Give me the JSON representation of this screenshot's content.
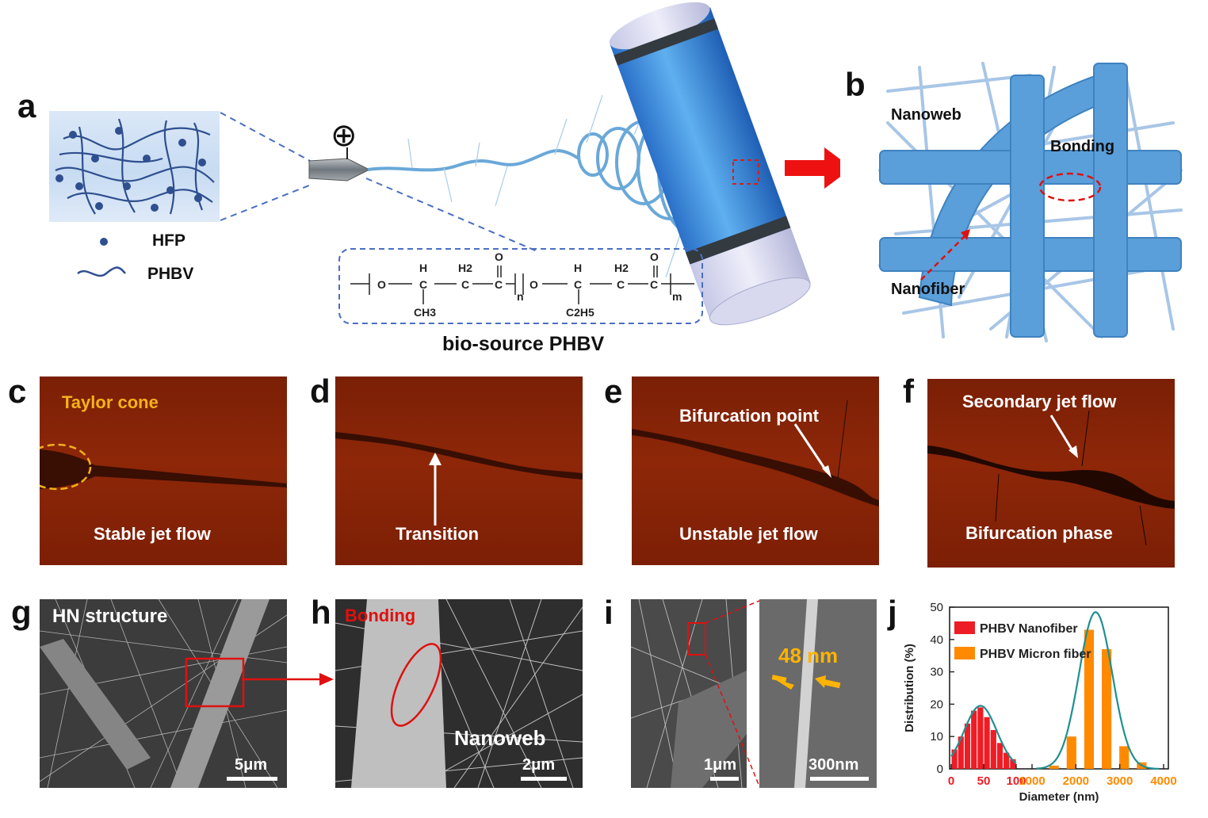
{
  "panel_labels": {
    "a": "a",
    "b": "b",
    "c": "c",
    "d": "d",
    "e": "e",
    "f": "f",
    "g": "g",
    "h": "h",
    "i": "i",
    "j": "j"
  },
  "panel_a": {
    "legend_hfp": "HFP",
    "legend_phbv": "PHBV",
    "plus_symbol": "⊕",
    "caption": "bio-source PHBV",
    "formula": {
      "h2": "H2",
      "o": "O",
      "h": "H",
      "c": "C",
      "n": "n",
      "m": "m",
      "ch3": "CH3",
      "c2h5": "C2H5"
    }
  },
  "panel_b": {
    "nanoweb": "Nanoweb",
    "bonding": "Bonding",
    "nanofiber": "Nanofiber"
  },
  "panel_c": {
    "top": "Taylor cone",
    "bottom": "Stable jet flow"
  },
  "panel_d": {
    "bottom": "Transition"
  },
  "panel_e": {
    "top": "Bifurcation point",
    "bottom": "Unstable jet flow"
  },
  "panel_f": {
    "top": "Secondary jet flow",
    "bottom": "Bifurcation phase"
  },
  "panel_g": {
    "title": "HN structure",
    "scale": "5μm"
  },
  "panel_h": {
    "title": "Bonding",
    "label": "Nanoweb",
    "scale": "2μm"
  },
  "panel_i": {
    "scale_left": "1μm",
    "measure": "48 nm",
    "scale_right": "300nm"
  },
  "chart_data": {
    "type": "bar",
    "xlabel": "Diameter (nm)",
    "ylabel": "Distribution (%)",
    "xlim": [
      0,
      4000
    ],
    "ylim": [
      0,
      50
    ],
    "x_ticks": [
      "0",
      "50",
      "100",
      "1000",
      "2000",
      "3000",
      "4000"
    ],
    "y_ticks": [
      "0",
      "10",
      "20",
      "30",
      "40",
      "50"
    ],
    "colors": {
      "nanofiber": "#ee1c24",
      "micron": "#ff8a00",
      "fit": "#1f9090"
    },
    "series": [
      {
        "name": "PHBV Nanofiber",
        "x": [
          5,
          15,
          25,
          35,
          45,
          55,
          65,
          75,
          85,
          95
        ],
        "values": [
          6,
          10,
          14,
          18,
          19,
          16,
          12,
          8,
          5,
          3
        ]
      },
      {
        "name": "PHBV Micron fiber",
        "x": [
          1500,
          1900,
          2300,
          2700,
          3100,
          3500
        ],
        "values": [
          1,
          10,
          43,
          37,
          7,
          2
        ]
      }
    ],
    "fits": [
      {
        "series": "PHBV Nanofiber",
        "peak_x": 45,
        "peak_y": 19.5
      },
      {
        "series": "PHBV Micron fiber",
        "peak_x": 2450,
        "peak_y": 48.5
      }
    ]
  }
}
